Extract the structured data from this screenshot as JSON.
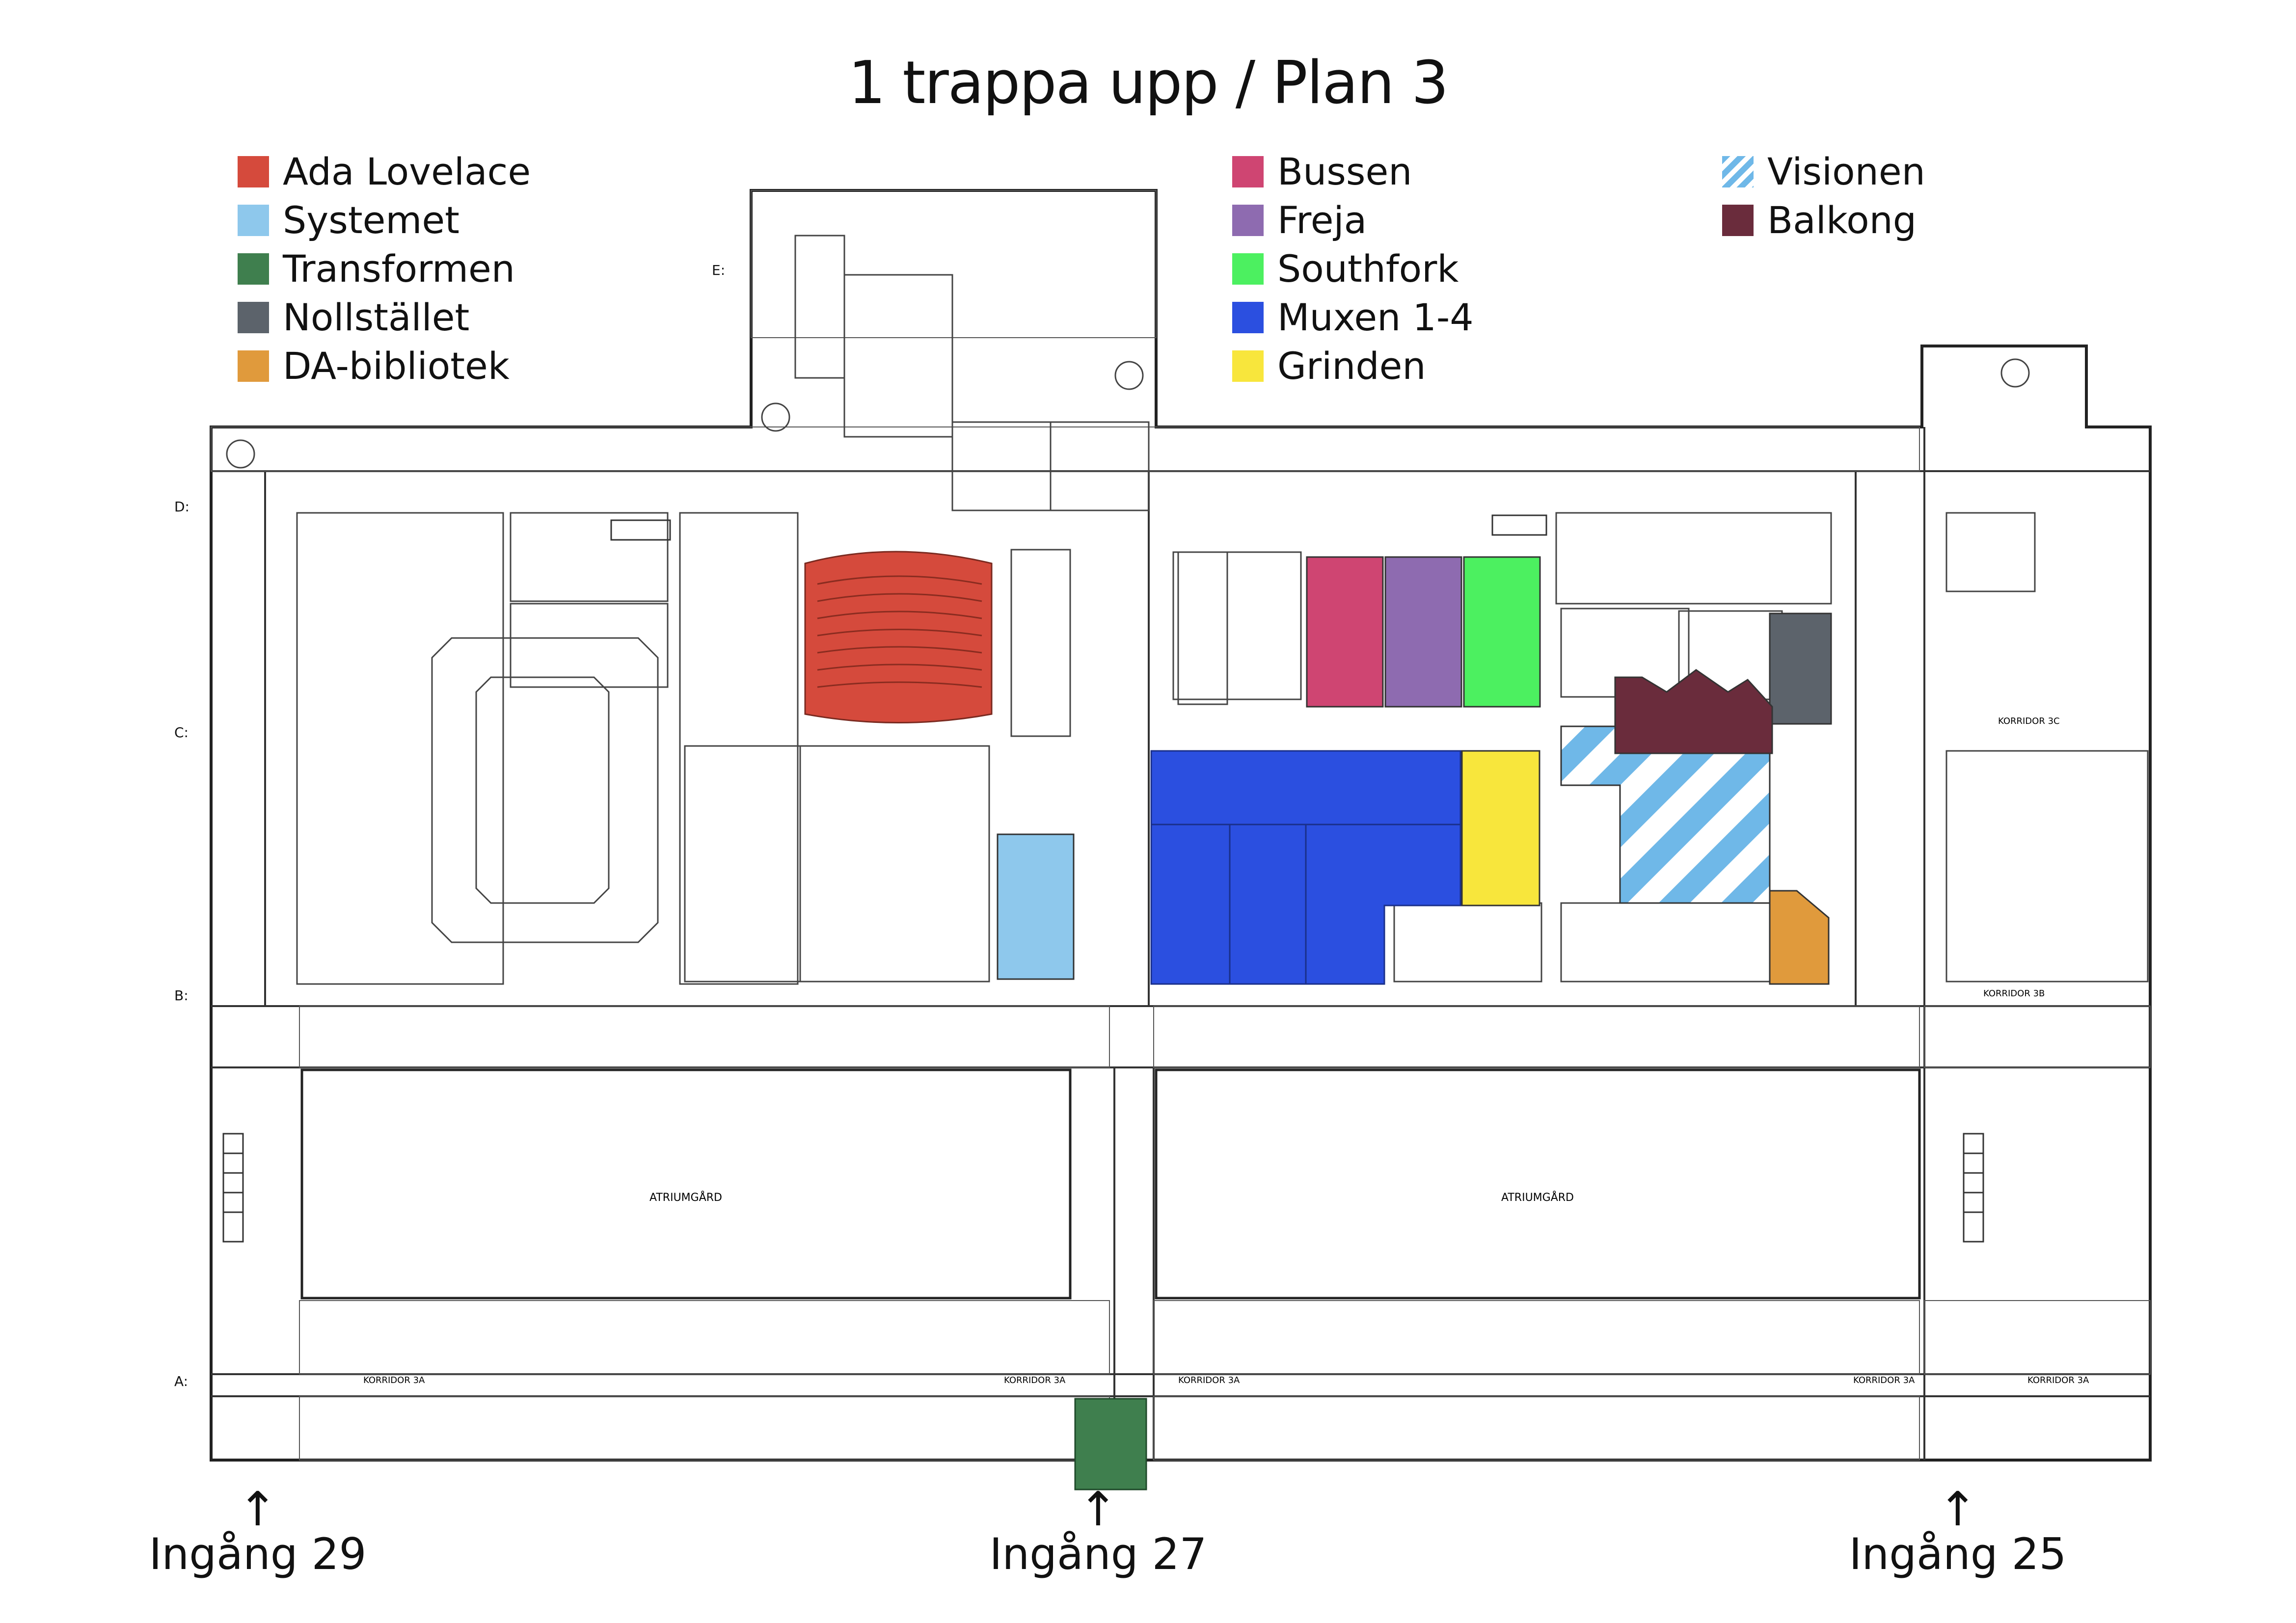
{
  "title": "1 trappa upp / Plan 3",
  "legend": [
    {
      "label": "Ada Lovelace",
      "color": "#d54a3c"
    },
    {
      "label": "Systemet",
      "color": "#8ec8ec"
    },
    {
      "label": "Transformen",
      "color": "#3f7f4e"
    },
    {
      "label": "Nollstället",
      "color": "#5c636b"
    },
    {
      "label": "DA-bibliotek",
      "color": "#e09a3c"
    },
    {
      "label": "Bussen",
      "color": "#cf4572"
    },
    {
      "label": "Freja",
      "color": "#8e6bb0"
    },
    {
      "label": "Southfork",
      "color": "#4cf060"
    },
    {
      "label": "Muxen 1-4",
      "color": "#2b4fe0"
    },
    {
      "label": "Grinden",
      "color": "#f8e63c"
    },
    {
      "label": "Visionen",
      "color": "#6fb8e8",
      "pattern": "striped"
    },
    {
      "label": "Balkong",
      "color": "#6a2c3c"
    }
  ],
  "row_markers": [
    "E:",
    "D:",
    "C:",
    "B:",
    "A:"
  ],
  "courtyards": [
    "ATRIUMGÅRD",
    "ATRIUMGÅRD"
  ],
  "corridor_labels": [
    "KORRIDOR 3A",
    "KORRIDOR 3A",
    "KORRIDOR 3A",
    "KORRIDOR 3A",
    "KORRIDOR 3A",
    "KORRIDOR 3B",
    "KORRIDOR 3C"
  ],
  "entrances": [
    {
      "label": "Ingång 29"
    },
    {
      "label": "Ingång 27"
    },
    {
      "label": "Ingång 25"
    }
  ]
}
